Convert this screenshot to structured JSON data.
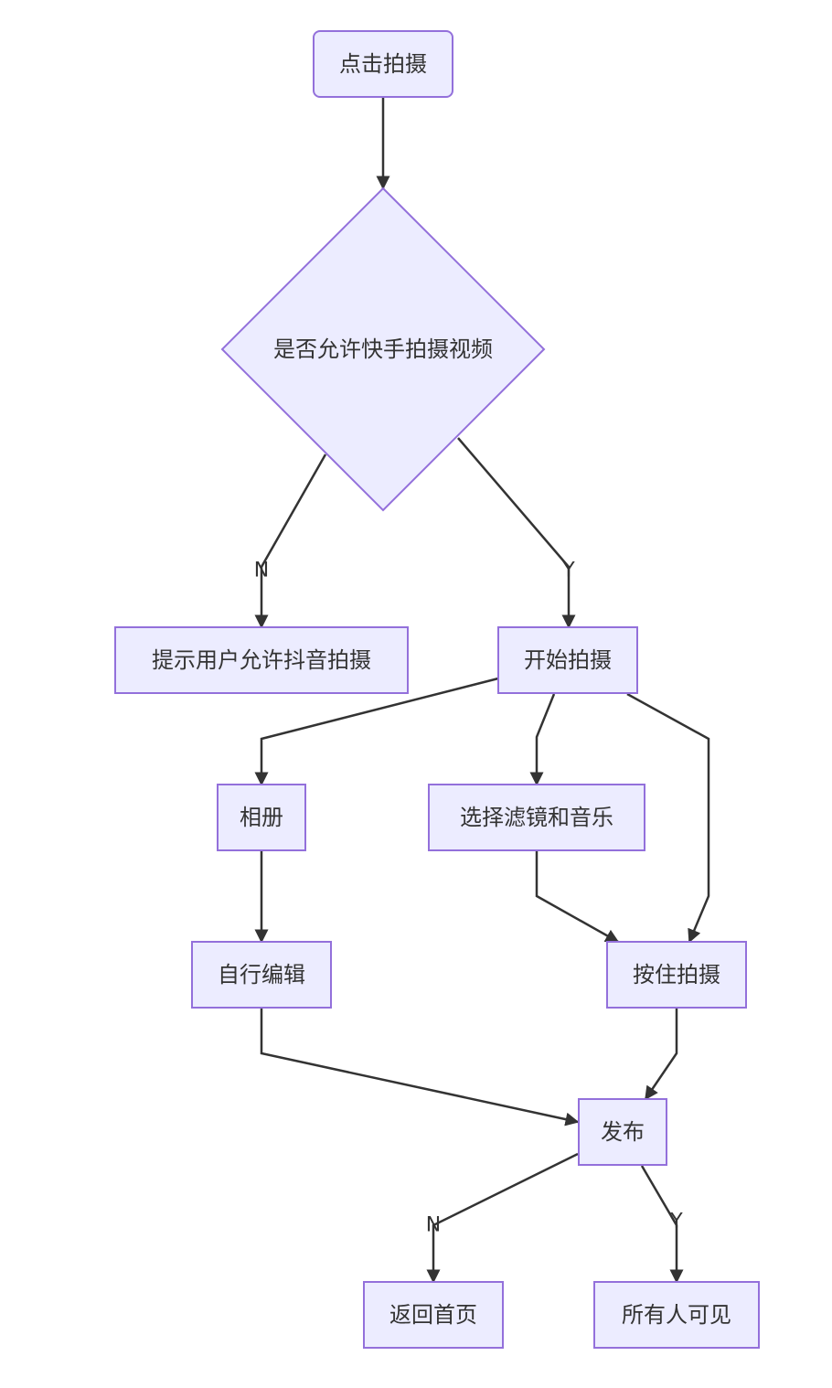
{
  "diagram": {
    "type": "flowchart",
    "colors": {
      "node_fill": "#ececff",
      "node_stroke": "#9370db",
      "edge": "#333333",
      "text": "#333333"
    },
    "nodes": {
      "start": "点击拍摄",
      "decision_permission": "是否允许快手拍摄视频",
      "prompt_allow": "提示用户允许抖音拍摄",
      "begin_shoot": "开始拍摄",
      "album": "相册",
      "filter_music": "选择滤镜和音乐",
      "self_edit": "自行编辑",
      "hold_shoot": "按住拍摄",
      "publish": "发布",
      "back_home": "返回首页",
      "visible_all": "所有人可见"
    },
    "edge_labels": {
      "permission_no": "N",
      "permission_yes": "Y",
      "publish_no": "N",
      "publish_yes": "Y"
    },
    "edges": [
      {
        "from": "start",
        "to": "decision_permission"
      },
      {
        "from": "decision_permission",
        "to": "prompt_allow",
        "label": "N"
      },
      {
        "from": "decision_permission",
        "to": "begin_shoot",
        "label": "Y"
      },
      {
        "from": "begin_shoot",
        "to": "album"
      },
      {
        "from": "begin_shoot",
        "to": "filter_music"
      },
      {
        "from": "begin_shoot",
        "to": "hold_shoot"
      },
      {
        "from": "album",
        "to": "self_edit"
      },
      {
        "from": "filter_music",
        "to": "hold_shoot"
      },
      {
        "from": "self_edit",
        "to": "publish"
      },
      {
        "from": "hold_shoot",
        "to": "publish"
      },
      {
        "from": "publish",
        "to": "back_home",
        "label": "N"
      },
      {
        "from": "publish",
        "to": "visible_all",
        "label": "Y"
      }
    ]
  }
}
